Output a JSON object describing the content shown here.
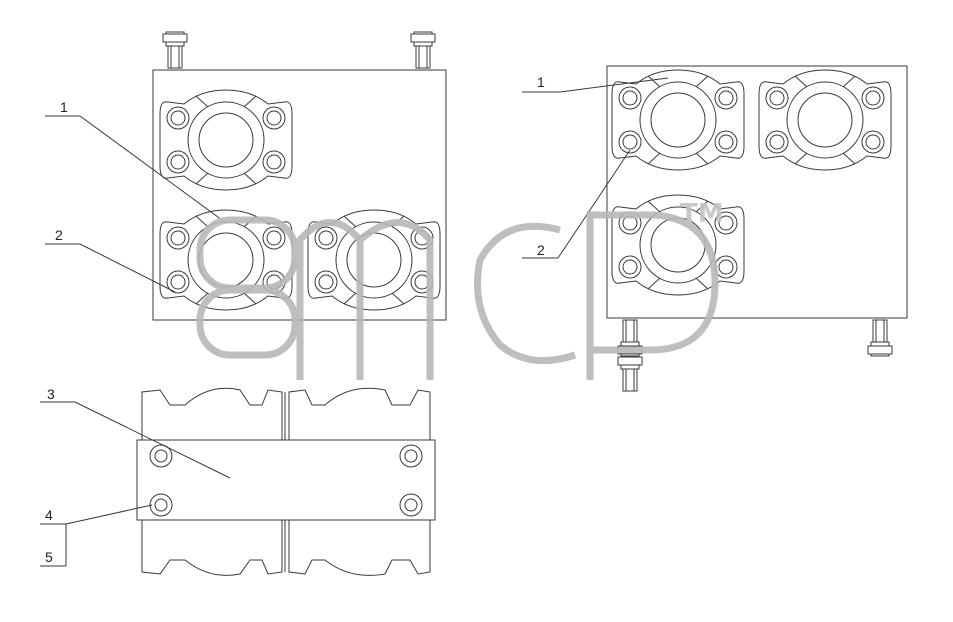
{
  "callouts": {
    "front_view_1": "1",
    "front_view_2": "2",
    "side_view_1": "1",
    "side_view_2": "2",
    "top_view_3": "3",
    "top_view_4": "4",
    "top_view_5": "5"
  },
  "watermark": {
    "trademark": "TM"
  },
  "colors": {
    "line": "#3a3a3a",
    "watermark": "#b8b8b8",
    "background": "#ffffff"
  }
}
